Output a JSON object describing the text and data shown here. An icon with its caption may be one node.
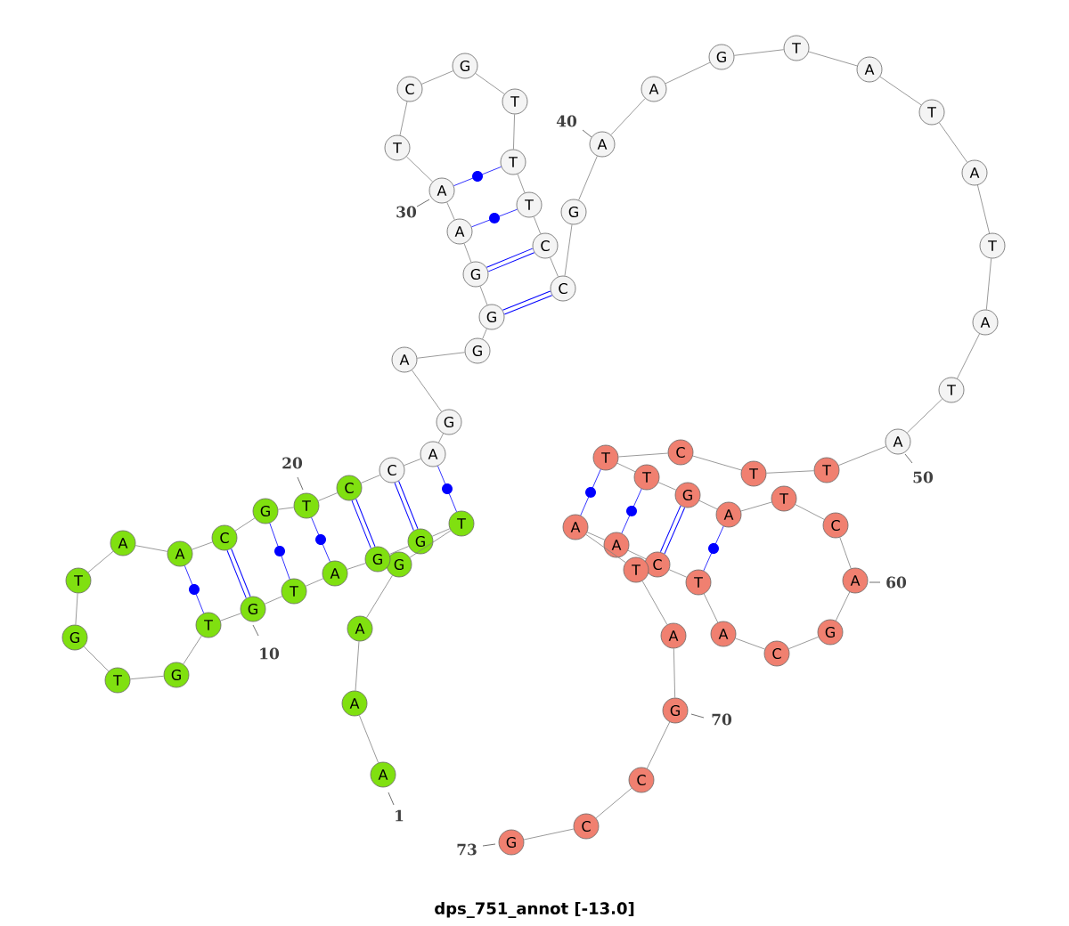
{
  "diagram": {
    "caption": "dps_751_annot [-13.0]",
    "nodes": [
      {
        "text": [
          "A"
        ]
      },
      {
        "text": [
          "A"
        ]
      },
      {
        "text": [
          "A"
        ]
      },
      {
        "text": [
          "G"
        ]
      },
      {
        "text": [
          "T"
        ]
      },
      {
        "text": [
          "G"
        ]
      },
      {
        "text": [
          "G"
        ]
      },
      {
        "text": [
          "A"
        ]
      },
      {
        "text": [
          "T"
        ]
      },
      {
        "text": [
          "G"
        ]
      },
      {
        "text": [
          "T"
        ]
      },
      {
        "text": [
          "G"
        ]
      },
      {
        "text": [
          "T"
        ]
      },
      {
        "text": [
          "G"
        ]
      },
      {
        "text": [
          "T"
        ]
      },
      {
        "text": [
          "A"
        ]
      },
      {
        "text": [
          "A"
        ]
      },
      {
        "text": [
          "C"
        ]
      },
      {
        "text": [
          "G"
        ]
      },
      {
        "text": [
          "T"
        ]
      },
      {
        "text": [
          "C"
        ]
      },
      {
        "text": [
          "C"
        ]
      },
      {
        "text": [
          "A"
        ]
      },
      {
        "text": [
          "G"
        ]
      },
      {
        "text": [
          "A"
        ]
      },
      {
        "text": [
          "G"
        ]
      },
      {
        "text": [
          "G"
        ]
      },
      {
        "text": [
          "G"
        ]
      },
      {
        "text": [
          "A"
        ]
      },
      {
        "text": [
          "A"
        ]
      },
      {
        "text": [
          "T"
        ]
      },
      {
        "text": [
          "C"
        ]
      },
      {
        "text": [
          "G"
        ]
      },
      {
        "text": [
          "T"
        ]
      },
      {
        "text": [
          "T"
        ]
      },
      {
        "text": [
          "T"
        ]
      },
      {
        "text": [
          "C"
        ]
      },
      {
        "text": [
          "C"
        ]
      },
      {
        "text": [
          "G"
        ]
      },
      {
        "text": [
          "A"
        ]
      },
      {
        "text": [
          "A"
        ]
      },
      {
        "text": [
          "G"
        ]
      },
      {
        "text": [
          "T"
        ]
      },
      {
        "text": [
          "A"
        ]
      },
      {
        "text": [
          "T"
        ]
      },
      {
        "text": [
          "A"
        ]
      },
      {
        "text": [
          "T"
        ]
      },
      {
        "text": [
          "A"
        ]
      },
      {
        "text": [
          "T"
        ]
      },
      {
        "text": [
          "A"
        ]
      },
      {
        "text": [
          "T"
        ]
      },
      {
        "text": [
          "T"
        ]
      },
      {
        "text": [
          "C"
        ]
      },
      {
        "text": [
          "T"
        ]
      },
      {
        "text": [
          "T"
        ]
      },
      {
        "text": [
          "G"
        ]
      },
      {
        "text": [
          "A"
        ]
      },
      {
        "text": [
          "T"
        ]
      },
      {
        "text": [
          "C"
        ]
      },
      {
        "text": [
          "A"
        ]
      },
      {
        "text": [
          "G"
        ]
      },
      {
        "text": [
          "C"
        ]
      },
      {
        "text": [
          "A"
        ]
      },
      {
        "text": [
          "T"
        ]
      },
      {
        "text": [
          "C"
        ]
      },
      {
        "text": [
          "A"
        ]
      },
      {
        "text": [
          "A"
        ]
      },
      {
        "text": [
          "T"
        ]
      },
      {
        "text": [
          "A"
        ]
      },
      {
        "text": [
          "G"
        ]
      },
      {
        "text": [
          "C"
        ]
      },
      {
        "text": [
          "C"
        ]
      },
      {
        "text": [
          "G"
        ]
      }
    ],
    "edges": [
      {
        "from": 0,
        "to": 1,
        "arrow": "none"
      },
      {
        "from": 1,
        "to": 2,
        "arrow": "none"
      },
      {
        "from": 2,
        "to": 3,
        "arrow": "none"
      },
      {
        "from": 3,
        "to": 4,
        "arrow": "none"
      },
      {
        "from": 4,
        "to": 5,
        "arrow": "none"
      },
      {
        "from": 5,
        "to": 6,
        "arrow": "none"
      },
      {
        "from": 6,
        "to": 7,
        "arrow": "none"
      },
      {
        "from": 7,
        "to": 8,
        "arrow": "none"
      },
      {
        "from": 8,
        "to": 9,
        "arrow": "none"
      },
      {
        "from": 9,
        "to": 10,
        "arrow": "none"
      },
      {
        "from": 10,
        "to": 11,
        "arrow": "none"
      },
      {
        "from": 11,
        "to": 12,
        "arrow": "none"
      },
      {
        "from": 12,
        "to": 13,
        "arrow": "none"
      },
      {
        "from": 13,
        "to": 14,
        "arrow": "none"
      },
      {
        "from": 14,
        "to": 15,
        "arrow": "none"
      },
      {
        "from": 15,
        "to": 16,
        "arrow": "none"
      },
      {
        "from": 16,
        "to": 17,
        "arrow": "none"
      },
      {
        "from": 17,
        "to": 18,
        "arrow": "none"
      },
      {
        "from": 18,
        "to": 19,
        "arrow": "none"
      },
      {
        "from": 19,
        "to": 20,
        "arrow": "none"
      },
      {
        "from": 20,
        "to": 21,
        "arrow": "none"
      },
      {
        "from": 21,
        "to": 22,
        "arrow": "none"
      },
      {
        "from": 22,
        "to": 23,
        "arrow": "none"
      },
      {
        "from": 23,
        "to": 24,
        "arrow": "none"
      },
      {
        "from": 24,
        "to": 25,
        "arrow": "none"
      },
      {
        "from": 25,
        "to": 26,
        "arrow": "none"
      },
      {
        "from": 26,
        "to": 27,
        "arrow": "none"
      },
      {
        "from": 27,
        "to": 28,
        "arrow": "none"
      },
      {
        "from": 28,
        "to": 29,
        "arrow": "none"
      },
      {
        "from": 29,
        "to": 30,
        "arrow": "none"
      },
      {
        "from": 30,
        "to": 31,
        "arrow": "none"
      },
      {
        "from": 31,
        "to": 32,
        "arrow": "none"
      },
      {
        "from": 32,
        "to": 33,
        "arrow": "none"
      },
      {
        "from": 33,
        "to": 34,
        "arrow": "none"
      },
      {
        "from": 34,
        "to": 35,
        "arrow": "none"
      },
      {
        "from": 35,
        "to": 36,
        "arrow": "none"
      },
      {
        "from": 36,
        "to": 37,
        "arrow": "none"
      },
      {
        "from": 37,
        "to": 38,
        "arrow": "none"
      },
      {
        "from": 38,
        "to": 39,
        "arrow": "none"
      },
      {
        "from": 39,
        "to": 40,
        "arrow": "none"
      },
      {
        "from": 40,
        "to": 41,
        "arrow": "none"
      },
      {
        "from": 41,
        "to": 42,
        "arrow": "none"
      },
      {
        "from": 42,
        "to": 43,
        "arrow": "none"
      },
      {
        "from": 43,
        "to": 44,
        "arrow": "none"
      },
      {
        "from": 44,
        "to": 45,
        "arrow": "none"
      },
      {
        "from": 45,
        "to": 46,
        "arrow": "none"
      },
      {
        "from": 46,
        "to": 47,
        "arrow": "none"
      },
      {
        "from": 47,
        "to": 48,
        "arrow": "none"
      },
      {
        "from": 48,
        "to": 49,
        "arrow": "none"
      },
      {
        "from": 49,
        "to": 50,
        "arrow": "none"
      },
      {
        "from": 50,
        "to": 51,
        "arrow": "none"
      },
      {
        "from": 51,
        "to": 52,
        "arrow": "none"
      },
      {
        "from": 52,
        "to": 53,
        "arrow": "none"
      },
      {
        "from": 53,
        "to": 54,
        "arrow": "none"
      },
      {
        "from": 54,
        "to": 55,
        "arrow": "none"
      },
      {
        "from": 55,
        "to": 56,
        "arrow": "none"
      },
      {
        "from": 56,
        "to": 57,
        "arrow": "none"
      },
      {
        "from": 57,
        "to": 58,
        "arrow": "none"
      },
      {
        "from": 58,
        "to": 59,
        "arrow": "none"
      },
      {
        "from": 59,
        "to": 60,
        "arrow": "none"
      },
      {
        "from": 60,
        "to": 61,
        "arrow": "none"
      },
      {
        "from": 61,
        "to": 62,
        "arrow": "none"
      },
      {
        "from": 62,
        "to": 63,
        "arrow": "none"
      },
      {
        "from": 63,
        "to": 64,
        "arrow": "none"
      },
      {
        "from": 64,
        "to": 65,
        "arrow": "none"
      },
      {
        "from": 65,
        "to": 66,
        "arrow": "none"
      },
      {
        "from": 66,
        "to": 67,
        "arrow": "none"
      },
      {
        "from": 67,
        "to": 68,
        "arrow": "none"
      },
      {
        "from": 68,
        "to": 69,
        "arrow": "none"
      },
      {
        "from": 69,
        "to": 70,
        "arrow": "none"
      },
      {
        "from": 70,
        "to": 71,
        "arrow": "none"
      },
      {
        "from": 71,
        "to": 72,
        "arrow": "none"
      },
      {
        "from": 4,
        "to": 22,
        "arrow": "none",
        "color": "#0000ff"
      },
      {
        "from": 5,
        "to": 21,
        "arrow": "none",
        "color": "#0000ff",
        "style": "thick"
      },
      {
        "from": 6,
        "to": 20,
        "arrow": "none",
        "color": "#0000ff",
        "style": "thick"
      },
      {
        "from": 7,
        "to": 19,
        "arrow": "none",
        "color": "#0000ff"
      },
      {
        "from": 8,
        "to": 18,
        "arrow": "none",
        "color": "#0000ff"
      },
      {
        "from": 9,
        "to": 17,
        "arrow": "none",
        "color": "#0000ff",
        "style": "thick"
      },
      {
        "from": 10,
        "to": 16,
        "arrow": "none",
        "color": "#0000ff"
      },
      {
        "from": 26,
        "to": 37,
        "arrow": "none",
        "color": "#0000ff",
        "style": "thick"
      },
      {
        "from": 27,
        "to": 36,
        "arrow": "none",
        "color": "#0000ff",
        "style": "thick"
      },
      {
        "from": 28,
        "to": 35,
        "arrow": "none",
        "color": "#0000ff"
      },
      {
        "from": 29,
        "to": 34,
        "arrow": "none",
        "color": "#0000ff"
      },
      {
        "from": 53,
        "to": 66,
        "arrow": "none",
        "color": "#0000ff"
      },
      {
        "from": 54,
        "to": 65,
        "arrow": "none",
        "color": "#0000ff"
      },
      {
        "from": 55,
        "to": 64,
        "arrow": "none",
        "color": "#0000ff",
        "style": "thick"
      },
      {
        "from": 56,
        "to": 63,
        "arrow": "none",
        "color": "#0000ff"
      }
    ],
    "labels": [
      "1",
      "10",
      "20",
      "30",
      "40",
      "50",
      "60",
      "70",
      "73"
    ]
  }
}
